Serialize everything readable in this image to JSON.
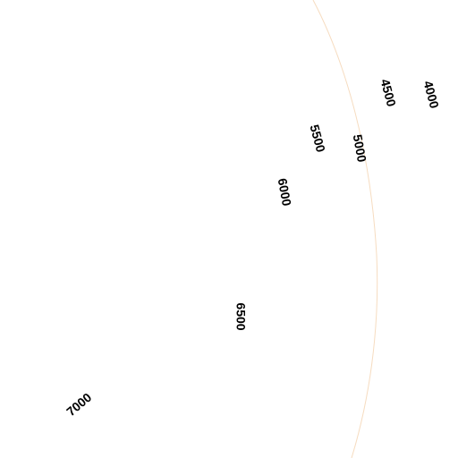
{
  "map": {
    "background_color": "#ffffff",
    "contour_line_color": "#f6dcc0",
    "label_color": "#000000",
    "contour_labels": [
      {
        "id": "label-4000",
        "text": "4000"
      },
      {
        "id": "label-4500",
        "text": "4500"
      },
      {
        "id": "label-5000",
        "text": "5000"
      },
      {
        "id": "label-5500",
        "text": "5500"
      },
      {
        "id": "label-6000",
        "text": "6000"
      },
      {
        "id": "label-6500",
        "text": "6500"
      },
      {
        "id": "label-7000",
        "text": "7000"
      }
    ]
  }
}
